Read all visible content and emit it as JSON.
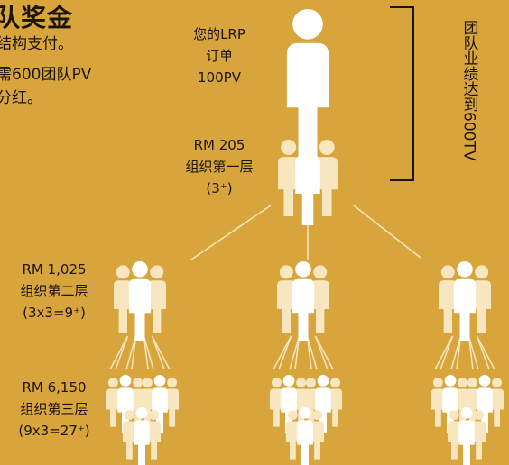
{
  "header": {
    "title": "队奖金",
    "intro_lines": [
      "​​结构支付。",
      "需600团队PV",
      "分红。"
    ]
  },
  "side_label": "团队业绩达到600TV",
  "levels": [
    {
      "lines": [
        "您的LRP",
        "订单",
        "100PV"
      ]
    },
    {
      "lines": [
        "RM 205",
        "组织第一层",
        "(3⁺)"
      ]
    },
    {
      "lines": [
        "RM 1,025",
        "组织第二层",
        "(3x3=9⁺)"
      ]
    },
    {
      "lines": [
        "RM 6,150",
        "组织第三层",
        "(9x3=27⁺)"
      ]
    }
  ],
  "colors": {
    "background": "#d7a53c",
    "figure_primary": "#ffffff",
    "figure_secondary": "#f7e6bf",
    "connector": "#f6e3b8",
    "text": "#1c140b"
  }
}
